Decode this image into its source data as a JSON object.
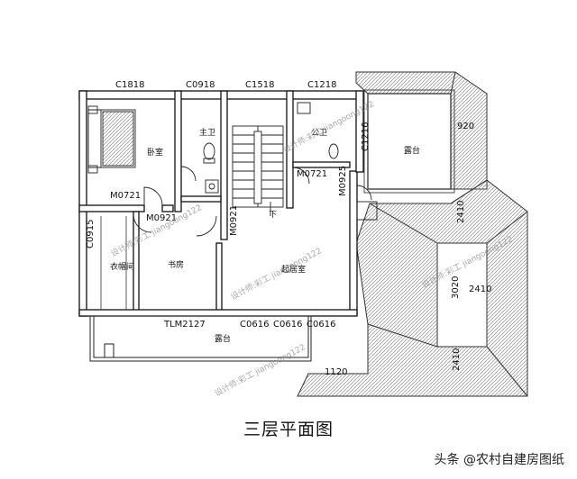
{
  "plan": {
    "title": "三层平面图",
    "window_labels": {
      "c1818": "C1818",
      "c0918": "C0918",
      "c1518": "C1518",
      "c1218": "C1218",
      "c1216": "C1216",
      "c0915": "C0915",
      "c0616_a": "C0616",
      "c0616_b": "C0616",
      "c0616_c": "C0616",
      "tlm2127": "TLM2127"
    },
    "door_labels": {
      "m0721_bed": "M0721",
      "m0921_study": "M0921",
      "m0921_hall": "M0921",
      "m0721_bath": "M0721",
      "m0925": "M0925"
    },
    "rooms": {
      "bedroom": "卧室",
      "master_bath": "主卫",
      "public_bath": "公卫",
      "terrace_top": "露台",
      "closet": "衣帽间",
      "study": "书房",
      "lounge": "起居室",
      "terrace_bottom": "露台",
      "stair_down": "下"
    },
    "dimensions": {
      "d920": "920",
      "d2410_a": "2410",
      "d2410_b": "2410",
      "d3020": "3020",
      "d2410_c": "2410",
      "d1120": "1120"
    },
    "watermark": "设计师:彩工 jiangoong122",
    "credit": "头条 @农村自建房图纸"
  }
}
